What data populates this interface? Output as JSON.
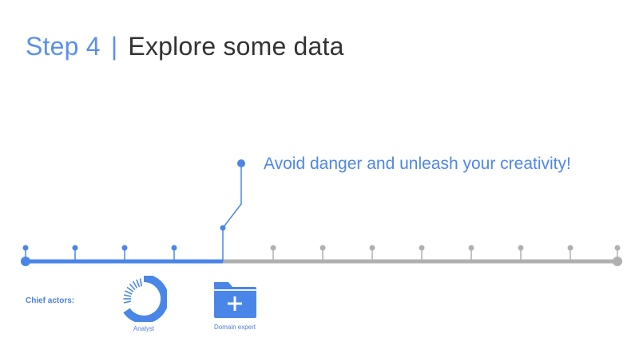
{
  "title": {
    "step": "Step 4",
    "separator": "|",
    "main": "Explore some data"
  },
  "callout": {
    "text": "Avoid danger and unleash your creativity!"
  },
  "timeline": {
    "active_color": "#4a86e8",
    "inactive_color": "#b0b0b0",
    "markers_total": 13,
    "markers_active": 4,
    "progress_step": 4
  },
  "actors": {
    "label": "Chief actors:",
    "items": [
      {
        "name": "Analyst",
        "icon": "donut-chart-icon"
      },
      {
        "name": "Domain expert",
        "icon": "folder-plus-icon"
      }
    ]
  }
}
